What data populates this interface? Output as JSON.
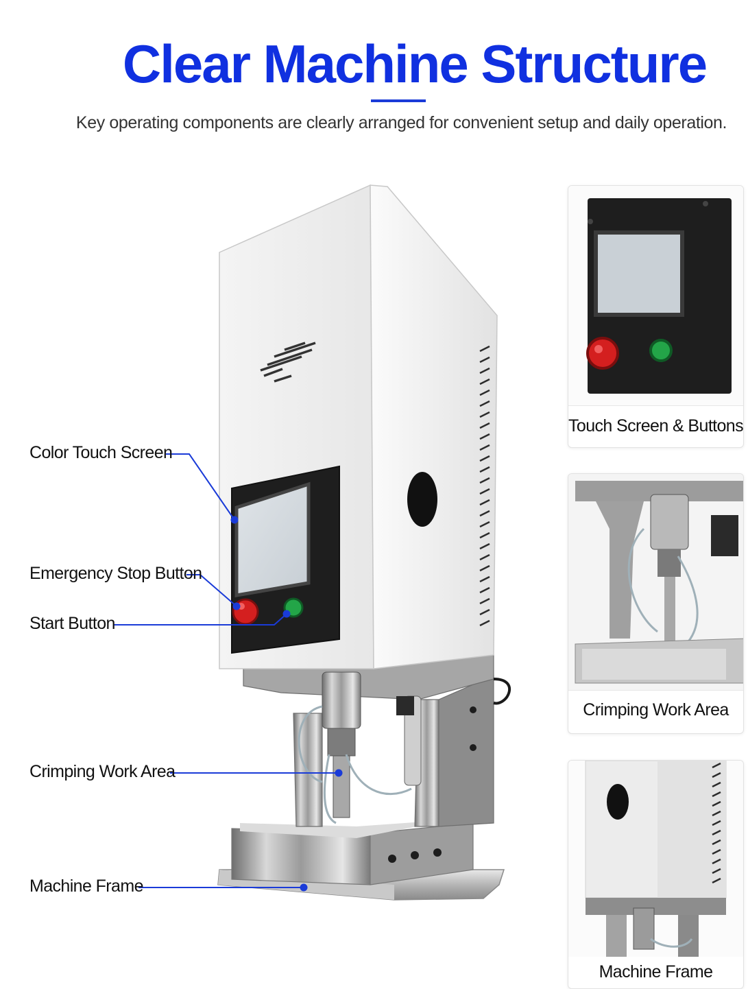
{
  "header": {
    "title": "Clear Machine Structure",
    "subtitle": "Key operating components are clearly arranged for convenient setup and daily operation."
  },
  "callouts": [
    {
      "label": "Color Touch Screen"
    },
    {
      "label": "Emergency Stop Button"
    },
    {
      "label": "Start Button"
    },
    {
      "label": "Crimping Work Area"
    },
    {
      "label": "Machine Frame"
    }
  ],
  "cards": [
    {
      "label": "Touch Screen & Buttons"
    },
    {
      "label": "Crimping Work Area"
    },
    {
      "label": "Machine Frame"
    }
  ],
  "colors": {
    "title": "#1030e0",
    "accent_line": "#1a3bd8",
    "callout_line": "#1a3bd8",
    "stop_button": "#d41f1f",
    "start_button": "#23a548"
  }
}
